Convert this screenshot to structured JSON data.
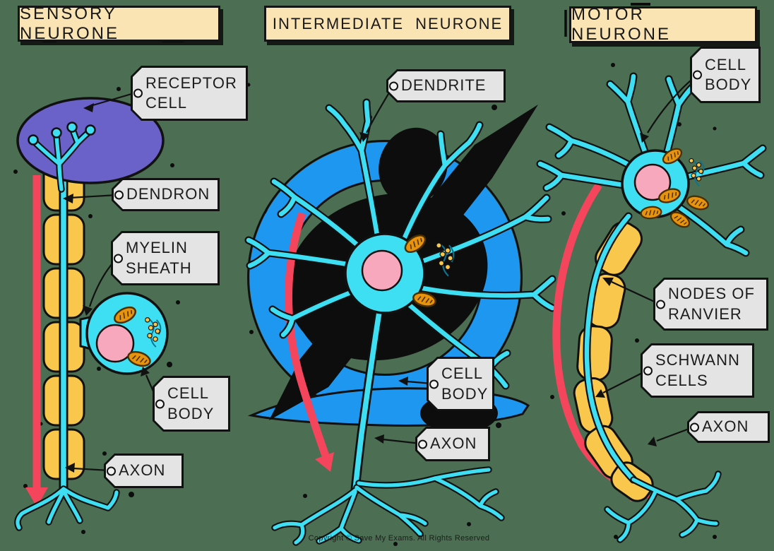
{
  "diagram": {
    "sensory": {
      "title": "SENSORY NEURONE",
      "labels": {
        "receptor_cell": "RECEPTOR\nCELL",
        "dendron": "DENDRON",
        "myelin_sheath": "MYELIN\nSHEATH",
        "cell_body": "CELL\nBODY",
        "axon": "AXON"
      }
    },
    "intermediate": {
      "title": "INTERMEDIATE NEURONE",
      "labels": {
        "dendrite": "DENDRITE",
        "cell_body": "CELL\nBODY",
        "axon": "AXON"
      }
    },
    "motor": {
      "title": "MOTOR NEURONE",
      "labels": {
        "cell_body": "CELL\nBODY",
        "nodes_of_ranvier": "NODES OF\nRANVIER",
        "schwann_cells": "SCHWANN\nCELLS",
        "axon": "AXON"
      }
    },
    "footer": {
      "copyright": "Copyright © Save My Exams. All Rights Reserved"
    },
    "colors": {
      "background_green": "#4C6E52",
      "title_box_cream": "#FBE4B4",
      "label_box_grey": "#E4E4E4",
      "neuron_cyan": "#3EDFF2",
      "ring_blue": "#1E97F0",
      "myelin_yellow": "#F8C74B",
      "receptor_purple": "#6A61C9",
      "nucleus_pink": "#F8A8BC",
      "mitochondria_orange": "#E8930E",
      "impulse_arrow_red": "#F4455C",
      "outline_black": "#111111"
    }
  }
}
